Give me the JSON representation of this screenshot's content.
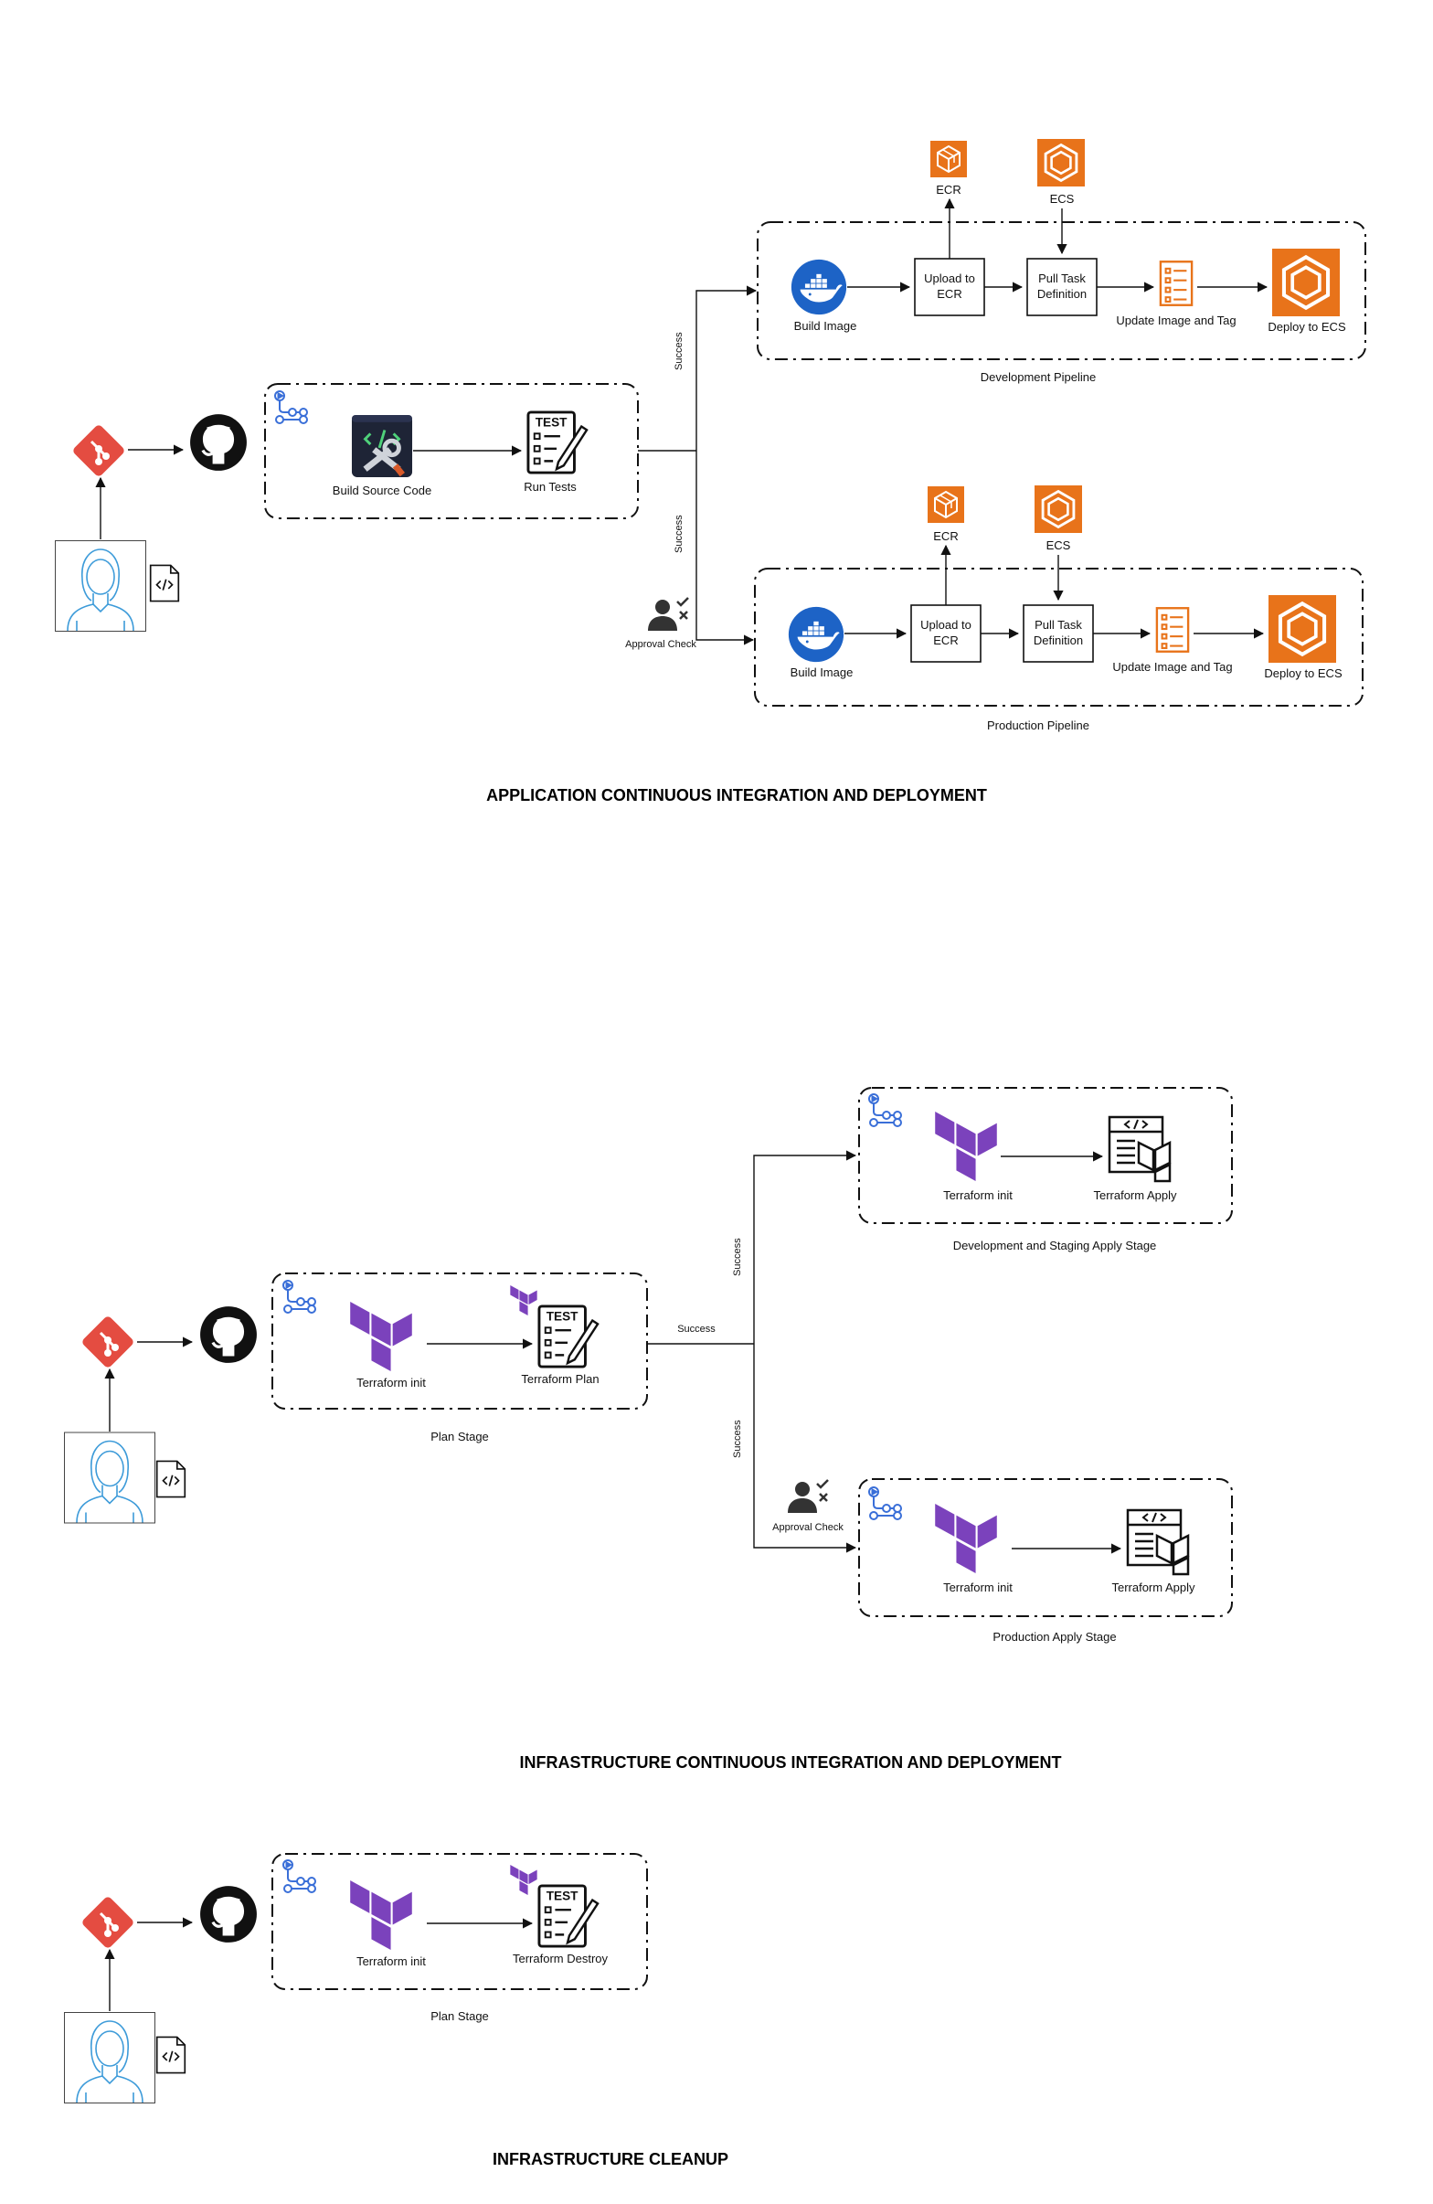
{
  "sections": {
    "app": {
      "title": "APPLICATION CONTINUOUS INTEGRATION AND DEPLOYMENT",
      "build_source": "Build Source Code",
      "run_tests": "Run Tests",
      "success_top": "Success",
      "success_bottom": "Success",
      "approval": "Approval Check",
      "dev": {
        "name": "Development Pipeline",
        "build_image": "Build Image",
        "upload": [
          "Upload to",
          "ECR"
        ],
        "pull": [
          "Pull Task",
          "Definition"
        ],
        "update": "Update Image and Tag",
        "deploy": "Deploy to ECS",
        "ecr": "ECR",
        "ecs": "ECS"
      },
      "prod": {
        "name": "Production Pipeline",
        "build_image": "Build Image",
        "upload": [
          "Upload to",
          "ECR"
        ],
        "pull": [
          "Pull Task",
          "Definition"
        ],
        "update": "Update Image and Tag",
        "deploy": "Deploy to ECS",
        "ecr": "ECR",
        "ecs": "ECS"
      }
    },
    "infra": {
      "title": "INFRASTRUCTURE CONTINUOUS INTEGRATION AND DEPLOYMENT",
      "plan_stage": "Plan Stage",
      "init": "Terraform init",
      "plan": "Terraform Plan",
      "success_mid": "Success",
      "success_top": "Success",
      "success_bottom": "Success",
      "approval": "Approval Check",
      "dev_stage": "Development and Staging Apply Stage",
      "dev_init": "Terraform init",
      "dev_apply": "Terraform Apply",
      "prod_stage": "Production Apply Stage",
      "prod_init": "Terraform init",
      "prod_apply": "Terraform Apply"
    },
    "cleanup": {
      "title": "INFRASTRUCTURE CLEANUP",
      "plan_stage": "Plan Stage",
      "init": "Terraform init",
      "destroy": "Terraform Destroy"
    }
  },
  "icons": [
    "git-icon",
    "github-icon",
    "developer-icon",
    "code-file-icon",
    "github-actions-icon",
    "build-tools-icon",
    "test-checklist-icon",
    "docker-icon",
    "ecr-icon",
    "ecs-icon",
    "task-list-icon",
    "approval-user-icon",
    "terraform-icon",
    "terraform-apply-icon"
  ],
  "colors": {
    "git": "#e44c41",
    "aws_orange": "#e8731a",
    "terraform": "#7b42bc",
    "docker": "#1d63c6",
    "actions": "#3a6fd8",
    "person": "#3d9bd9"
  }
}
